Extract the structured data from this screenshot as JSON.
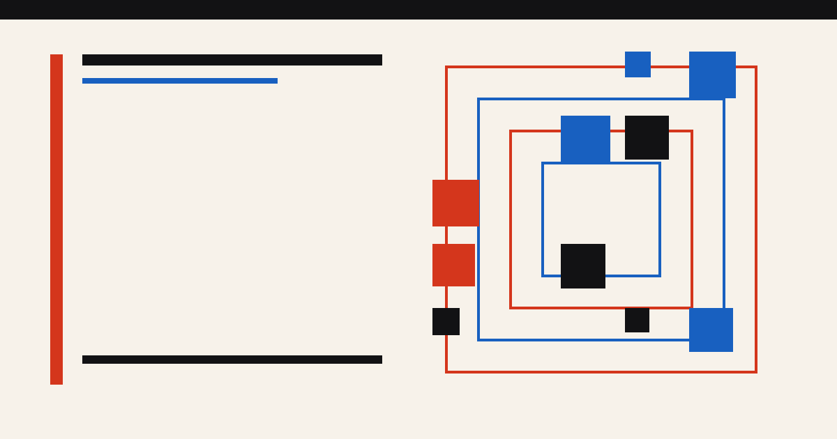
{
  "colors": {
    "background": "#f7f2ea",
    "ink": "#121214",
    "red": "#d4361c",
    "blue": "#1860c0"
  },
  "graphic": {
    "frames": [
      {
        "name": "outer-red-frame",
        "color": "red"
      },
      {
        "name": "outer-blue-frame",
        "color": "blue"
      },
      {
        "name": "inner-red-frame",
        "color": "red"
      },
      {
        "name": "inner-blue-frame",
        "color": "blue"
      }
    ],
    "blocks": [
      {
        "name": "block-blue-top-small",
        "color": "blue"
      },
      {
        "name": "block-blue-top-right",
        "color": "blue"
      },
      {
        "name": "block-blue-upper-center",
        "color": "blue"
      },
      {
        "name": "block-black-upper",
        "color": "ink"
      },
      {
        "name": "block-red-left-upper",
        "color": "red"
      },
      {
        "name": "block-red-left-lower",
        "color": "red"
      },
      {
        "name": "block-black-center",
        "color": "ink"
      },
      {
        "name": "block-black-left-small",
        "color": "ink"
      },
      {
        "name": "block-black-bottom-small",
        "color": "ink"
      },
      {
        "name": "block-blue-bottom-right",
        "color": "blue"
      }
    ]
  }
}
